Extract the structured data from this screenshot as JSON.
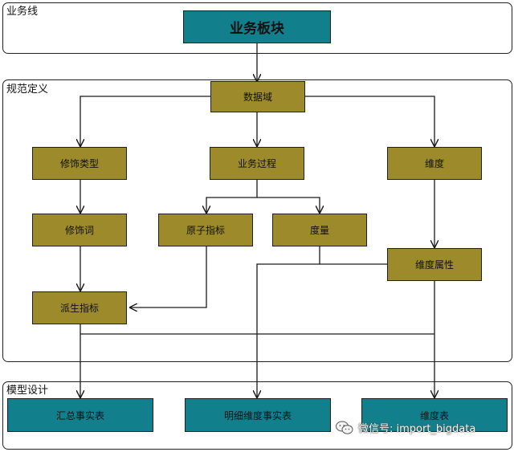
{
  "sections": {
    "business_line": {
      "label": "业务线"
    },
    "spec_definition": {
      "label": "规范定义"
    },
    "model_design": {
      "label": "模型设计"
    }
  },
  "nodes": {
    "business_block": "业务板块",
    "data_domain": "数据域",
    "modifier_type": "修饰类型",
    "business_process": "业务过程",
    "dimension": "维度",
    "modifier_word": "修饰词",
    "atomic_metric": "原子指标",
    "measure": "度量",
    "dimension_attribute": "维度属性",
    "derived_metric": "派生指标",
    "summary_fact_table": "汇总事实表",
    "detail_fact_table": "明细维度事实表",
    "dimension_table": "维度表"
  },
  "colors": {
    "olive": "#9c8a2b",
    "teal": "#12808c",
    "line": "#1a1a1a"
  },
  "watermark": {
    "icon": "wechat-icon",
    "text": "微信号: import_bigdata"
  }
}
